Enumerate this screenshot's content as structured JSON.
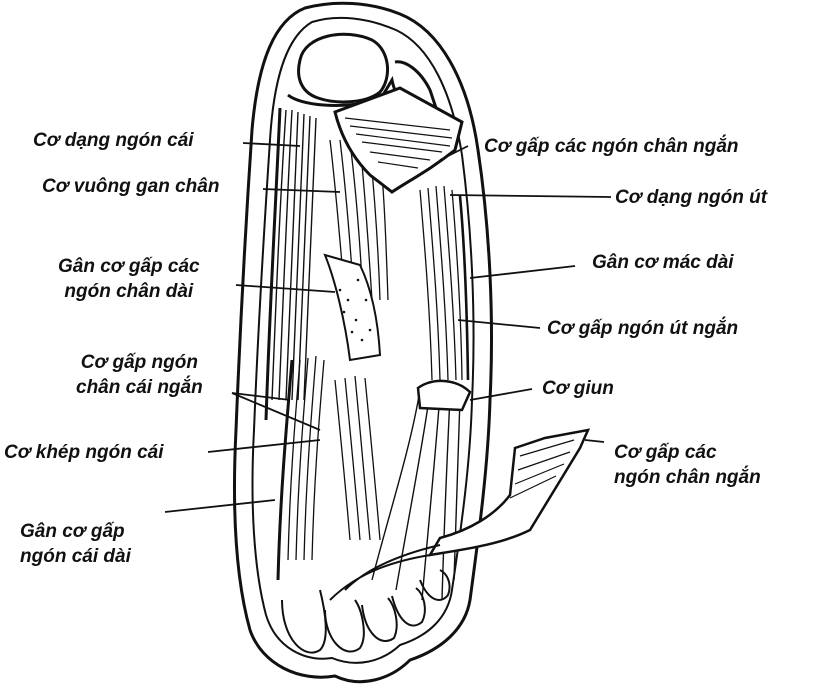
{
  "labels": {
    "abductor_hallucis": "Cơ dạng ngón cái",
    "quadratus_plantae": "Cơ vuông gan chân",
    "fdl_tendon_1": "Gân cơ gấp các",
    "fdl_tendon_2": "ngón chân dài",
    "fhb_1": "Cơ gấp ngón",
    "fhb_2": "chân cái ngắn",
    "adductor_hallucis": "Cơ khép ngón cái",
    "fhl_tendon_1": "Gân cơ gấp",
    "fhl_tendon_2": "ngón cái dài",
    "fdb_top": "Cơ gấp các ngón chân ngắn",
    "abductor_digiti_minimi": "Cơ dạng ngón út",
    "peroneus_longus_tendon": "Gân cơ mác dài",
    "fdm_brevis": "Cơ gấp ngón út ngắn",
    "lumbricals": "Cơ giun",
    "fdb_reflected_1": "Cơ gấp các",
    "fdb_reflected_2": "ngón chân ngắn"
  },
  "colors": {
    "ink": "#111111",
    "paper": "#ffffff"
  }
}
